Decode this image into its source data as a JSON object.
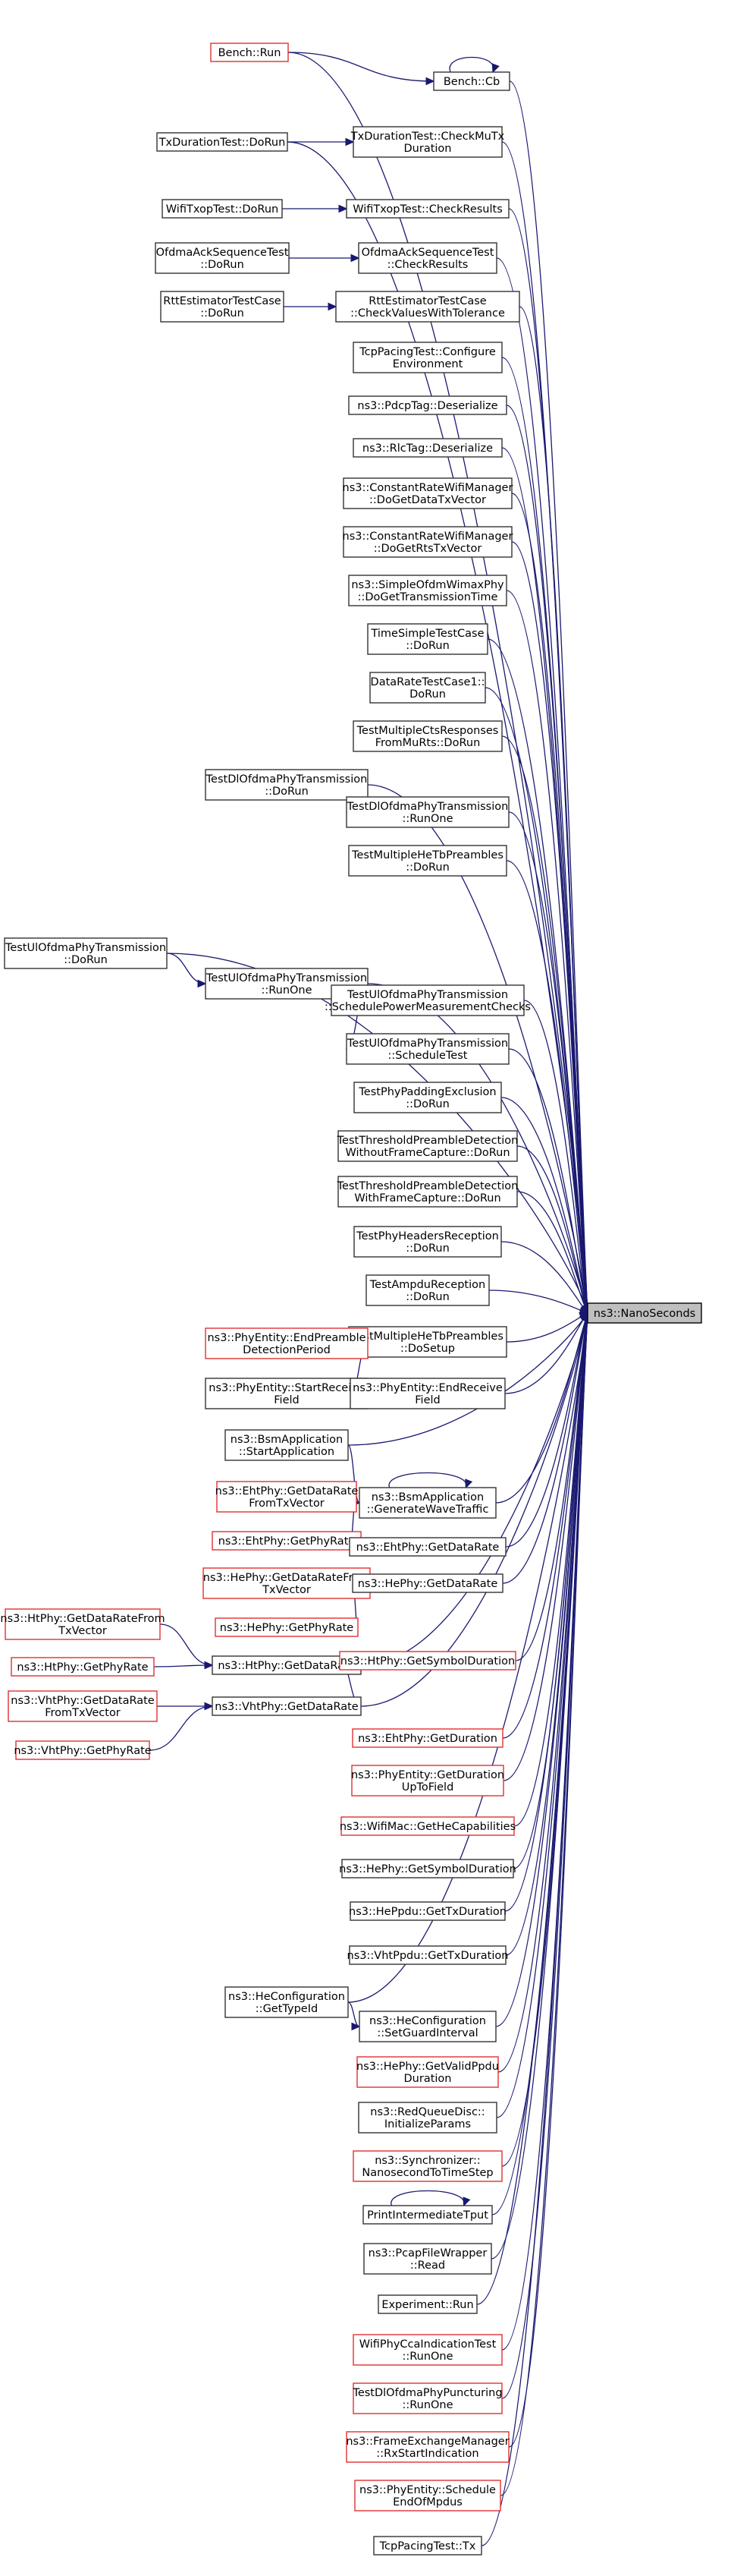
{
  "graph": {
    "colors": {
      "edge": "#191970",
      "normal_border": "#333333",
      "missing_border": "#e03030",
      "target_fill": "#bfbfbf"
    },
    "nodes": [
      {
        "id": "nano",
        "lines": [
          "ns3::NanoSeconds"
        ],
        "style": "target"
      },
      {
        "id": "bench_run",
        "lines": [
          "Bench::Run"
        ],
        "style": "red"
      },
      {
        "id": "bench_cb",
        "lines": [
          "Bench::Cb"
        ],
        "style": "normal"
      },
      {
        "id": "txdur_dorun",
        "lines": [
          "TxDurationTest::DoRun"
        ],
        "style": "normal"
      },
      {
        "id": "txdur_check",
        "lines": [
          "TxDurationTest::CheckMuTx",
          "Duration"
        ],
        "style": "normal"
      },
      {
        "id": "txop_dorun",
        "lines": [
          "WifiTxopTest::DoRun"
        ],
        "style": "normal"
      },
      {
        "id": "txop_check",
        "lines": [
          "WifiTxopTest::CheckResults"
        ],
        "style": "normal"
      },
      {
        "id": "ofdma_dorun",
        "lines": [
          "OfdmaAckSequenceTest",
          "::DoRun"
        ],
        "style": "normal"
      },
      {
        "id": "ofdma_check",
        "lines": [
          "OfdmaAckSequenceTest",
          "::CheckResults"
        ],
        "style": "normal"
      },
      {
        "id": "rtt_dorun",
        "lines": [
          "RttEstimatorTestCase",
          "::DoRun"
        ],
        "style": "normal"
      },
      {
        "id": "rtt_check",
        "lines": [
          "RttEstimatorTestCase",
          "::CheckValuesWithTolerance"
        ],
        "style": "normal"
      },
      {
        "id": "tcppacing_cfg",
        "lines": [
          "TcpPacingTest::Configure",
          "Environment"
        ],
        "style": "normal"
      },
      {
        "id": "pdcp",
        "lines": [
          "ns3::PdcpTag::Deserialize"
        ],
        "style": "normal"
      },
      {
        "id": "rlc",
        "lines": [
          "ns3::RlcTag::Deserialize"
        ],
        "style": "normal"
      },
      {
        "id": "crwm_data",
        "lines": [
          "ns3::ConstantRateWifiManager",
          "::DoGetDataTxVector"
        ],
        "style": "normal"
      },
      {
        "id": "crwm_rts",
        "lines": [
          "ns3::ConstantRateWifiManager",
          "::DoGetRtsTxVector"
        ],
        "style": "normal"
      },
      {
        "id": "wimax",
        "lines": [
          "ns3::SimpleOfdmWimaxPhy",
          "::DoGetTransmissionTime"
        ],
        "style": "normal"
      },
      {
        "id": "timesimple",
        "lines": [
          "TimeSimpleTestCase",
          "::DoRun"
        ],
        "style": "normal"
      },
      {
        "id": "datarate",
        "lines": [
          "DataRateTestCase1::",
          "DoRun"
        ],
        "style": "normal"
      },
      {
        "id": "multicts",
        "lines": [
          "TestMultipleCtsResponses",
          "FromMuRts::DoRun"
        ],
        "style": "normal"
      },
      {
        "id": "dlofdma_dorun",
        "lines": [
          "TestDlOfdmaPhyTransmission",
          "::DoRun"
        ],
        "style": "normal"
      },
      {
        "id": "dlofdma_runone",
        "lines": [
          "TestDlOfdmaPhyTransmission",
          "::RunOne"
        ],
        "style": "normal"
      },
      {
        "id": "multihetb_dorun",
        "lines": [
          "TestMultipleHeTbPreambles",
          "::DoRun"
        ],
        "style": "normal"
      },
      {
        "id": "ulofdma_dorun",
        "lines": [
          "TestUlOfdmaPhyTransmission",
          "::DoRun"
        ],
        "style": "normal"
      },
      {
        "id": "ulofdma_runone",
        "lines": [
          "TestUlOfdmaPhyTransmission",
          "::RunOne"
        ],
        "style": "normal"
      },
      {
        "id": "ulofdma_sched_pm",
        "lines": [
          "TestUlOfdmaPhyTransmission",
          "::SchedulePowerMeasurementChecks"
        ],
        "style": "normal"
      },
      {
        "id": "ulofdma_sched_test",
        "lines": [
          "TestUlOfdmaPhyTransmission",
          "::ScheduleTest"
        ],
        "style": "normal"
      },
      {
        "id": "phypadding",
        "lines": [
          "TestPhyPaddingExclusion",
          "::DoRun"
        ],
        "style": "normal"
      },
      {
        "id": "thresh_without",
        "lines": [
          "TestThresholdPreambleDetection",
          "WithoutFrameCapture::DoRun"
        ],
        "style": "normal"
      },
      {
        "id": "thresh_with",
        "lines": [
          "TestThresholdPreambleDetection",
          "WithFrameCapture::DoRun"
        ],
        "style": "normal"
      },
      {
        "id": "phyheaders",
        "lines": [
          "TestPhyHeadersReception",
          "::DoRun"
        ],
        "style": "normal"
      },
      {
        "id": "ampdu",
        "lines": [
          "TestAmpduReception",
          "::DoRun"
        ],
        "style": "normal"
      },
      {
        "id": "multihetb_setup",
        "lines": [
          "TestMultipleHeTbPreambles",
          "::DoSetup"
        ],
        "style": "normal"
      },
      {
        "id": "endpreamble",
        "lines": [
          "ns3::PhyEntity::EndPreamble",
          "DetectionPeriod"
        ],
        "style": "red"
      },
      {
        "id": "startreceive",
        "lines": [
          "ns3::PhyEntity::StartReceive",
          "Field"
        ],
        "style": "normal"
      },
      {
        "id": "endreceive",
        "lines": [
          "ns3::PhyEntity::EndReceive",
          "Field"
        ],
        "style": "normal"
      },
      {
        "id": "bsm_start",
        "lines": [
          "ns3::BsmApplication",
          "::StartApplication"
        ],
        "style": "normal"
      },
      {
        "id": "bsm_gen",
        "lines": [
          "ns3::BsmApplication",
          "::GenerateWaveTraffic"
        ],
        "style": "normal"
      },
      {
        "id": "eht_getdrtx",
        "lines": [
          "ns3::EhtPhy::GetDataRate",
          "FromTxVector"
        ],
        "style": "red"
      },
      {
        "id": "eht_getphyrate",
        "lines": [
          "ns3::EhtPhy::GetPhyRate"
        ],
        "style": "red"
      },
      {
        "id": "eht_getdatarate",
        "lines": [
          "ns3::EhtPhy::GetDataRate"
        ],
        "style": "normal"
      },
      {
        "id": "he_getdrtx",
        "lines": [
          "ns3::HePhy::GetDataRateFrom",
          "TxVector"
        ],
        "style": "red"
      },
      {
        "id": "he_getphyrate",
        "lines": [
          "ns3::HePhy::GetPhyRate"
        ],
        "style": "red"
      },
      {
        "id": "he_getdatarate",
        "lines": [
          "ns3::HePhy::GetDataRate"
        ],
        "style": "normal"
      },
      {
        "id": "ht_getdrtx",
        "lines": [
          "ns3::HtPhy::GetDataRateFrom",
          "TxVector"
        ],
        "style": "red"
      },
      {
        "id": "ht_getphyrate",
        "lines": [
          "ns3::HtPhy::GetPhyRate"
        ],
        "style": "red"
      },
      {
        "id": "ht_getdatarate",
        "lines": [
          "ns3::HtPhy::GetDataRate"
        ],
        "style": "normal"
      },
      {
        "id": "ht_symdur",
        "lines": [
          "ns3::HtPhy::GetSymbolDuration"
        ],
        "style": "red"
      },
      {
        "id": "vht_getdrtx",
        "lines": [
          "ns3::VhtPhy::GetDataRate",
          "FromTxVector"
        ],
        "style": "red"
      },
      {
        "id": "vht_getphyrate",
        "lines": [
          "ns3::VhtPhy::GetPhyRate"
        ],
        "style": "red"
      },
      {
        "id": "vht_getdatarate",
        "lines": [
          "ns3::VhtPhy::GetDataRate"
        ],
        "style": "normal"
      },
      {
        "id": "eht_getduration",
        "lines": [
          "ns3::EhtPhy::GetDuration"
        ],
        "style": "red"
      },
      {
        "id": "phyentity_getdur",
        "lines": [
          "ns3::PhyEntity::GetDuration",
          "UpToField"
        ],
        "style": "red"
      },
      {
        "id": "wifimac_hecap",
        "lines": [
          "ns3::WifiMac::GetHeCapabilities"
        ],
        "style": "red"
      },
      {
        "id": "he_symdur",
        "lines": [
          "ns3::HePhy::GetSymbolDuration"
        ],
        "style": "normal"
      },
      {
        "id": "heppdu_txdur",
        "lines": [
          "ns3::HePpdu::GetTxDuration"
        ],
        "style": "normal"
      },
      {
        "id": "vhtppdu_txdur",
        "lines": [
          "ns3::VhtPpdu::GetTxDuration"
        ],
        "style": "normal"
      },
      {
        "id": "hecfg_typeid",
        "lines": [
          "ns3::HeConfiguration",
          "::GetTypeId"
        ],
        "style": "normal"
      },
      {
        "id": "hecfg_setgi",
        "lines": [
          "ns3::HeConfiguration",
          "::SetGuardInterval"
        ],
        "style": "normal"
      },
      {
        "id": "he_validppdu",
        "lines": [
          "ns3::HePhy::GetValidPpdu",
          "Duration"
        ],
        "style": "red"
      },
      {
        "id": "redqueue",
        "lines": [
          "ns3::RedQueueDisc::",
          "InitializeParams"
        ],
        "style": "normal"
      },
      {
        "id": "synchronizer",
        "lines": [
          "ns3::Synchronizer::",
          "NanosecondToTimeStep"
        ],
        "style": "red"
      },
      {
        "id": "printtput",
        "lines": [
          "PrintIntermediateTput"
        ],
        "style": "normal"
      },
      {
        "id": "pcap_read",
        "lines": [
          "ns3::PcapFileWrapper",
          "::Read"
        ],
        "style": "normal"
      },
      {
        "id": "experiment_run",
        "lines": [
          "Experiment::Run"
        ],
        "style": "normal"
      },
      {
        "id": "cca_runone",
        "lines": [
          "WifiPhyCcaIndicationTest",
          "::RunOne"
        ],
        "style": "red"
      },
      {
        "id": "dlpunct_runone",
        "lines": [
          "TestDlOfdmaPhyPuncturing",
          "::RunOne"
        ],
        "style": "red"
      },
      {
        "id": "fem_rxstart",
        "lines": [
          "ns3::FrameExchangeManager",
          "::RxStartIndication"
        ],
        "style": "red"
      },
      {
        "id": "phyentity_sched",
        "lines": [
          "ns3::PhyEntity::Schedule",
          "EndOfMpdus"
        ],
        "style": "red"
      },
      {
        "id": "tcppacing_tx",
        "lines": [
          "TcpPacingTest::Tx"
        ],
        "style": "normal"
      }
    ]
  }
}
